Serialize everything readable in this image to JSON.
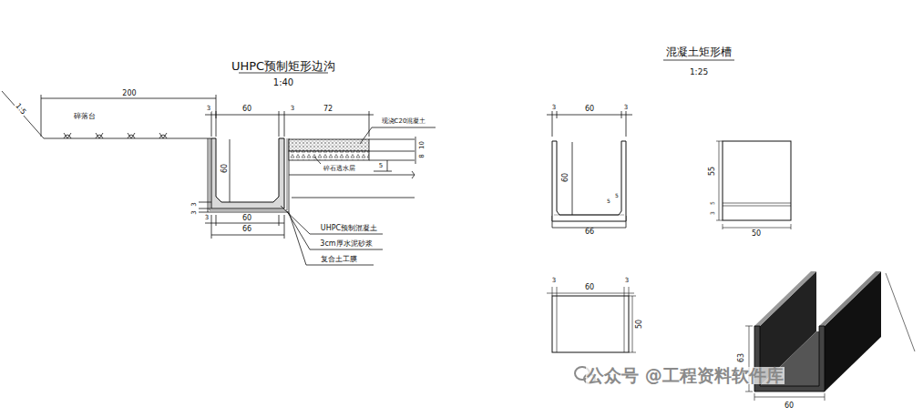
{
  "diagram": {
    "labels": [
      "UHPC预制矩形边沟",
      "1:40",
      "1:5",
      "200",
      "碎落台",
      "3",
      "60",
      "3",
      "72",
      "现浇C20混凝土",
      "10",
      "8",
      "60",
      "碎石透水层",
      "5",
      "3",
      "3",
      "3",
      "60",
      "66",
      "UHPC预制混凝土",
      "3cm厚水泥砂浆",
      "复合土工膜",
      "混凝土矩形槽",
      "1:25",
      "3",
      "60",
      "3",
      "60",
      "5",
      "5",
      "66",
      "55",
      "5",
      "3",
      "50",
      "3",
      "60",
      "3",
      "50",
      "63",
      "60",
      "公众号 @工程资料软件库"
    ]
  }
}
